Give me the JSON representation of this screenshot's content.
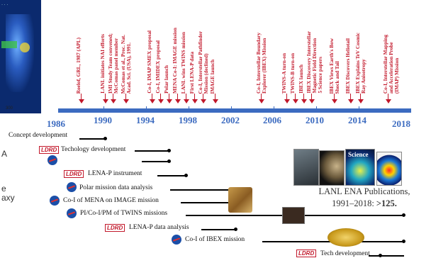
{
  "left_panel": {
    "scale_label": "300",
    "text_fragments": [
      "A",
      "e",
      "axy"
    ]
  },
  "timeline": {
    "years": [
      "1986",
      "1990",
      "1994",
      "1998",
      "2002",
      "2006",
      "2010",
      "2014",
      "2018"
    ],
    "events": [
      {
        "label": "Roelof, GRL, 1987 (APL)"
      },
      {
        "label": "LANL initiates NAI efforts"
      },
      {
        "label": "IMI Study Team convened;\nMcComas panel member"
      },
      {
        "label": "McComas et al., Proc. Nat.\nAcad. Sci. (USA), 1991."
      },
      {
        "label": "Co-I, IMAP SMEX proposal"
      },
      {
        "label": "Co-I, IMIDEX proposal"
      },
      {
        "label": "Polar launch"
      },
      {
        "label": "MENA Co-I: IMAGE mission"
      },
      {
        "label": "LANL wins TWINS mission"
      },
      {
        "label": "First LENA-P data"
      },
      {
        "label": "Co-I, Interstellar Pathfinder\nMission (declined)"
      },
      {
        "label": "IMAGE launch"
      },
      {
        "label": "Co-I, Interstellar Boundary\nExplorer (IBEX) Mission"
      },
      {
        "label": "TWINS-A turn-on"
      },
      {
        "label": "TWINS-B turn-on"
      },
      {
        "label": "IBEX launch"
      },
      {
        "label": "IBEX Discovery Interstellar\nMagnetic Field Direction\n5 Science papers"
      },
      {
        "label": "IBEX Views Earth's Bow\nShock and Tail"
      },
      {
        "label": "IBEX Discovers Heliotail"
      },
      {
        "label": "IBEX Explains TeV Cosmic\nRay Anisotropy"
      },
      {
        "label": "Co-I, Interstellar Mapping\nand Acceleration Probe\n(IMAP) Mission"
      }
    ]
  },
  "activities": {
    "concept": "Concept development",
    "tech1": "Techology development",
    "lena_instrument": "LENA-P instrument",
    "polar_analysis": "Polar mission data analysis",
    "mena": "Co-I of MENA on IMAGE mission",
    "twins": "PI/Co-I/PM of TWINS missions",
    "lena_analysis": "LENA-P data analysis",
    "ibex": "Co-I of IBEX mission",
    "tech2": "Tech development"
  },
  "logos": {
    "ldrd": "LDRD",
    "nasa": "NASA"
  },
  "publications": {
    "line1": "LANL ENA Publications,",
    "line2_prefix": "1991–2018: ",
    "count": ">125."
  },
  "covers": {
    "science": "Science"
  },
  "colors": {
    "timeline": "#3c6bc0",
    "events": "#c2182b",
    "bars": "#000000"
  }
}
